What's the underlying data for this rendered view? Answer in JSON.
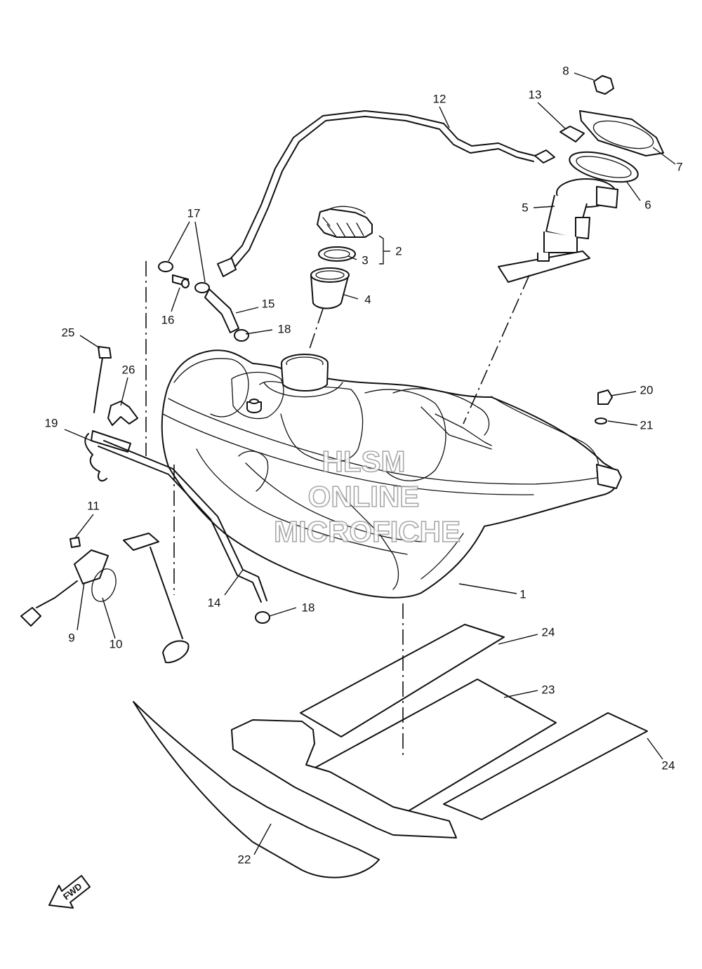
{
  "diagram": {
    "callouts": [
      {
        "id": "c1",
        "label": "1"
      },
      {
        "id": "c2",
        "label": "2"
      },
      {
        "id": "c3",
        "label": "3"
      },
      {
        "id": "c4",
        "label": "4"
      },
      {
        "id": "c5",
        "label": "5"
      },
      {
        "id": "c6",
        "label": "6"
      },
      {
        "id": "c7",
        "label": "7"
      },
      {
        "id": "c8",
        "label": "8"
      },
      {
        "id": "c9",
        "label": "9"
      },
      {
        "id": "c10",
        "label": "10"
      },
      {
        "id": "c11",
        "label": "11"
      },
      {
        "id": "c12",
        "label": "12"
      },
      {
        "id": "c13",
        "label": "13"
      },
      {
        "id": "c14",
        "label": "14"
      },
      {
        "id": "c15",
        "label": "15"
      },
      {
        "id": "c16",
        "label": "16"
      },
      {
        "id": "c17",
        "label": "17"
      },
      {
        "id": "c18a",
        "label": "18"
      },
      {
        "id": "c18b",
        "label": "18"
      },
      {
        "id": "c19",
        "label": "19"
      },
      {
        "id": "c20",
        "label": "20"
      },
      {
        "id": "c21",
        "label": "21"
      },
      {
        "id": "c22",
        "label": "22"
      },
      {
        "id": "c23",
        "label": "23"
      },
      {
        "id": "c24a",
        "label": "24"
      },
      {
        "id": "c24b",
        "label": "24"
      },
      {
        "id": "c25",
        "label": "25"
      },
      {
        "id": "c26",
        "label": "26"
      }
    ],
    "watermark": {
      "line1": "HLSM",
      "line2": "ONLINE",
      "line3": "MICROFICHE"
    },
    "fwd_label": "FWD"
  }
}
